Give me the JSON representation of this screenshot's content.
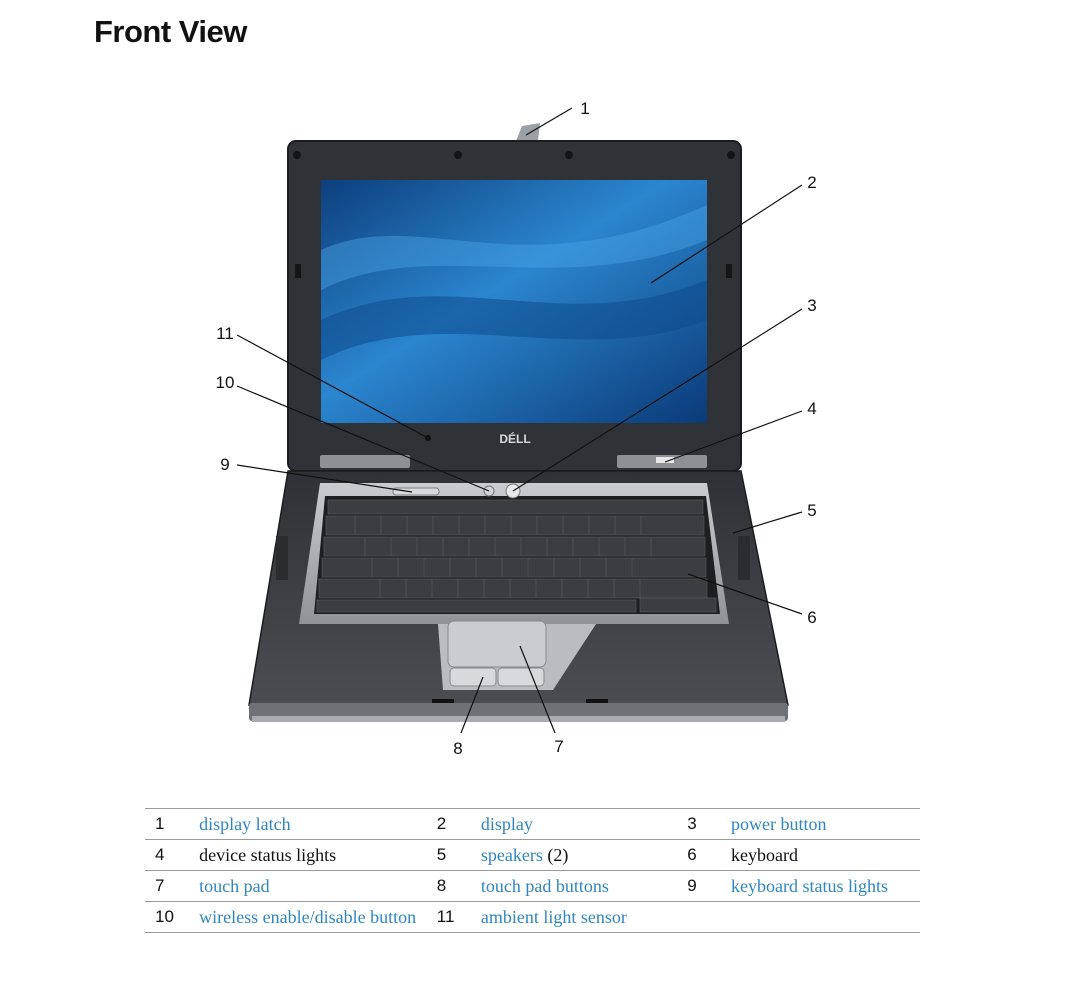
{
  "title": "Front View",
  "callouts": [
    "1",
    "2",
    "3",
    "4",
    "5",
    "6",
    "7",
    "8",
    "9",
    "10",
    "11"
  ],
  "brand": "DÉLL",
  "legend": {
    "rows": [
      [
        {
          "num": "1",
          "label": "display latch",
          "link": true
        },
        {
          "num": "2",
          "label": "display",
          "link": true
        },
        {
          "num": "3",
          "label": "power button",
          "link": true
        }
      ],
      [
        {
          "num": "4",
          "label": "device status lights",
          "link": false
        },
        {
          "num": "5",
          "label": "speakers",
          "suffix": " (2)",
          "link": true
        },
        {
          "num": "6",
          "label": "keyboard",
          "link": false
        }
      ],
      [
        {
          "num": "7",
          "label": "touch pad",
          "link": true
        },
        {
          "num": "8",
          "label": "touch pad buttons",
          "link": true
        },
        {
          "num": "9",
          "label": "keyboard status lights",
          "link": true
        }
      ],
      [
        {
          "num": "10",
          "label": "wireless enable/disable button",
          "link": true
        },
        {
          "num": "11",
          "label": "ambient light sensor",
          "link": true
        },
        {
          "num": "",
          "label": "",
          "link": false
        }
      ]
    ]
  },
  "colors": {
    "link": "#2d86c2",
    "screen": "#1d6fb0",
    "body": "#3a3d42"
  }
}
